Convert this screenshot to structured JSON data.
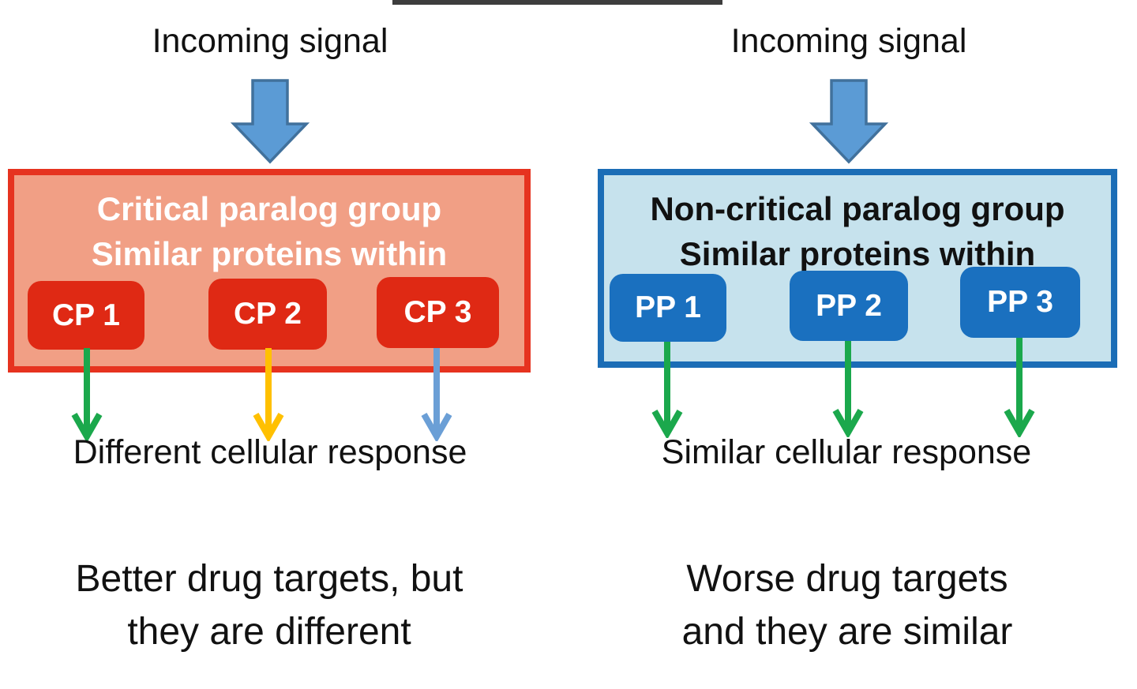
{
  "figure": {
    "background": "#ffffff",
    "top_artifact_color": "#3d3d3d",
    "incoming_arrow": {
      "fill": "#5b9bd5",
      "stroke": "#41719c"
    },
    "left": {
      "incoming_label": "Incoming signal",
      "box": {
        "title_line1": "Critical paralog group",
        "title_line2": "Similar proteins within",
        "fill": "#f19f85",
        "border_color": "#e6331f",
        "title_color": "#ffffff",
        "member_fill": "#df2914",
        "members": [
          {
            "label": "CP 1"
          },
          {
            "label": "CP 2"
          },
          {
            "label": "CP 3"
          }
        ]
      },
      "response_arrows": [
        {
          "name": "green-arrow",
          "color": "#1ba84c"
        },
        {
          "name": "gold-arrow",
          "color": "#ffc000"
        },
        {
          "name": "blue-arrow",
          "color": "#6b9fd6"
        }
      ],
      "response_label": "Different cellular response",
      "caption_line1": "Better drug targets, but",
      "caption_line2": "they are different"
    },
    "right": {
      "incoming_label": "Incoming signal",
      "box": {
        "title_line1": "Non-critical paralog group",
        "title_line2": "Similar proteins within",
        "fill": "#c6e2ed",
        "border_color": "#1b6db6",
        "title_color": "#111111",
        "member_fill": "#1a70bf",
        "members": [
          {
            "label": "PP 1"
          },
          {
            "label": "PP 2"
          },
          {
            "label": "PP 3"
          }
        ]
      },
      "response_arrows": [
        {
          "name": "green-arrow",
          "color": "#1ba84c"
        },
        {
          "name": "green-arrow",
          "color": "#1ba84c"
        },
        {
          "name": "green-arrow",
          "color": "#1ba84c"
        }
      ],
      "response_label": "Similar cellular response",
      "caption_line1": "Worse drug targets",
      "caption_line2": "and they are similar"
    }
  }
}
